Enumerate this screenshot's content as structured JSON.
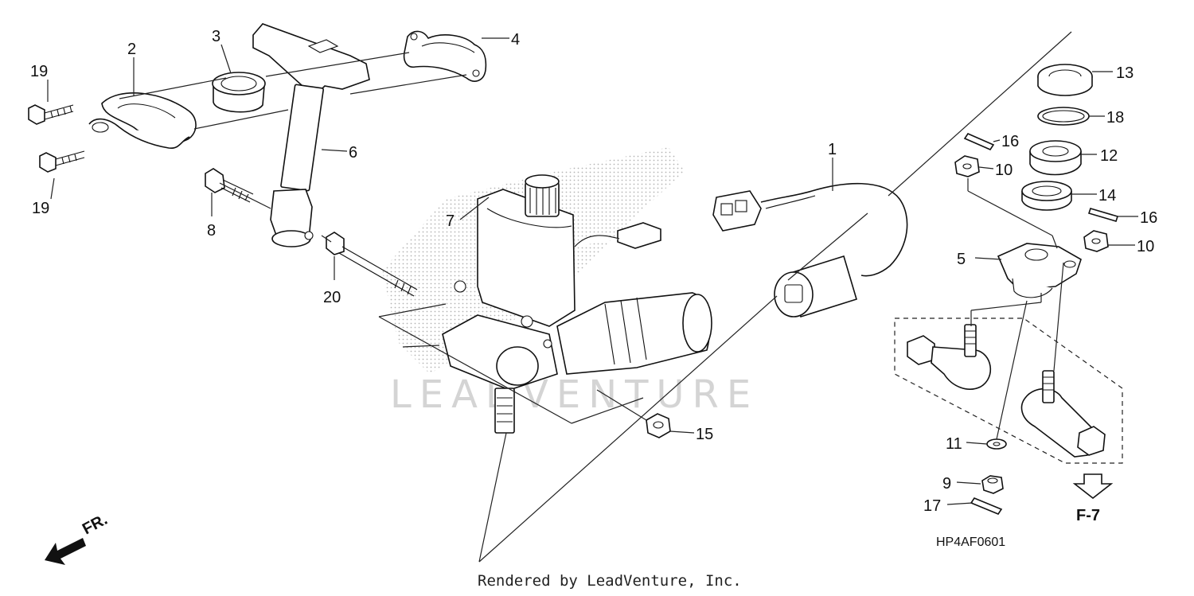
{
  "callouts": [
    {
      "id": "c1",
      "label": "1"
    },
    {
      "id": "c2",
      "label": "2"
    },
    {
      "id": "c3",
      "label": "3"
    },
    {
      "id": "c4",
      "label": "4"
    },
    {
      "id": "c5",
      "label": "5"
    },
    {
      "id": "c6",
      "label": "6"
    },
    {
      "id": "c7",
      "label": "7"
    },
    {
      "id": "c8",
      "label": "8"
    },
    {
      "id": "c9",
      "label": "9"
    },
    {
      "id": "c10a",
      "label": "10"
    },
    {
      "id": "c10b",
      "label": "10"
    },
    {
      "id": "c11",
      "label": "11"
    },
    {
      "id": "c12",
      "label": "12"
    },
    {
      "id": "c13",
      "label": "13"
    },
    {
      "id": "c14",
      "label": "14"
    },
    {
      "id": "c15",
      "label": "15"
    },
    {
      "id": "c16a",
      "label": "16"
    },
    {
      "id": "c16b",
      "label": "16"
    },
    {
      "id": "c17",
      "label": "17"
    },
    {
      "id": "c18",
      "label": "18"
    },
    {
      "id": "c19a",
      "label": "19"
    },
    {
      "id": "c19b",
      "label": "19"
    },
    {
      "id": "c20",
      "label": "20"
    }
  ],
  "reference_label": "F-7",
  "front_label": "FR.",
  "diagram_code": "HP4AF0601",
  "watermark": "LEADVENTURE",
  "credit": "Rendered by LeadVenture, Inc."
}
